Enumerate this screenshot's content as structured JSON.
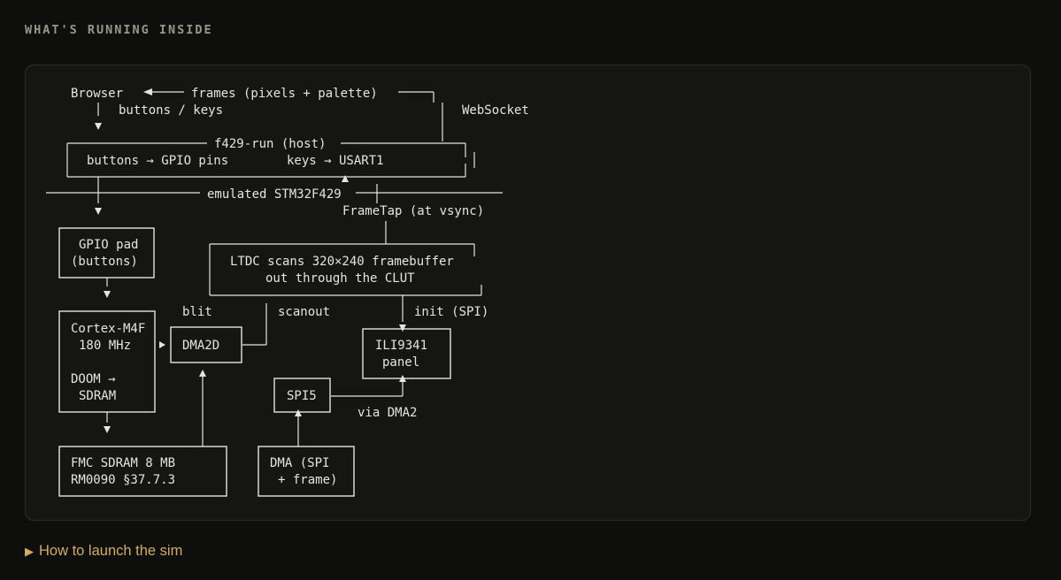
{
  "section": {
    "heading": "WHAT'S RUNNING INSIDE"
  },
  "diagram": {
    "browser": "Browser",
    "frames": "frames (pixels + palette)",
    "buttons_keys": "buttons / keys",
    "websocket": "WebSocket",
    "host": "f429-run (host)",
    "buttons_gpio": "buttons → GPIO pins",
    "keys_usart": "keys → USART1",
    "emulated": "emulated STM32F429",
    "frametap": "FrameTap (at vsync)",
    "gpio_pad_1": "GPIO pad",
    "gpio_pad_2": "(buttons)",
    "ltdc_1": "LTDC  scans 320×240 framebuffer",
    "ltdc_2": "out through the CLUT",
    "blit": "blit",
    "scanout": "scanout",
    "init_spi": "init (SPI)",
    "cortex_1": "Cortex-M4F",
    "cortex_2": "180 MHz",
    "cortex_3": "DOOM →",
    "cortex_4": "SDRAM",
    "dma2d": "DMA2D",
    "ili_1": "ILI9341",
    "ili_2": "panel",
    "spi5": "SPI5",
    "via_dma2": "via DMA2",
    "fmc_1": "FMC SDRAM  8 MB",
    "fmc_2": "RM0090 §37.7.3",
    "dma_1": "DMA (SPI",
    "dma_2": "+ frame)"
  },
  "footer": {
    "launch_label": "How to launch the sim"
  }
}
